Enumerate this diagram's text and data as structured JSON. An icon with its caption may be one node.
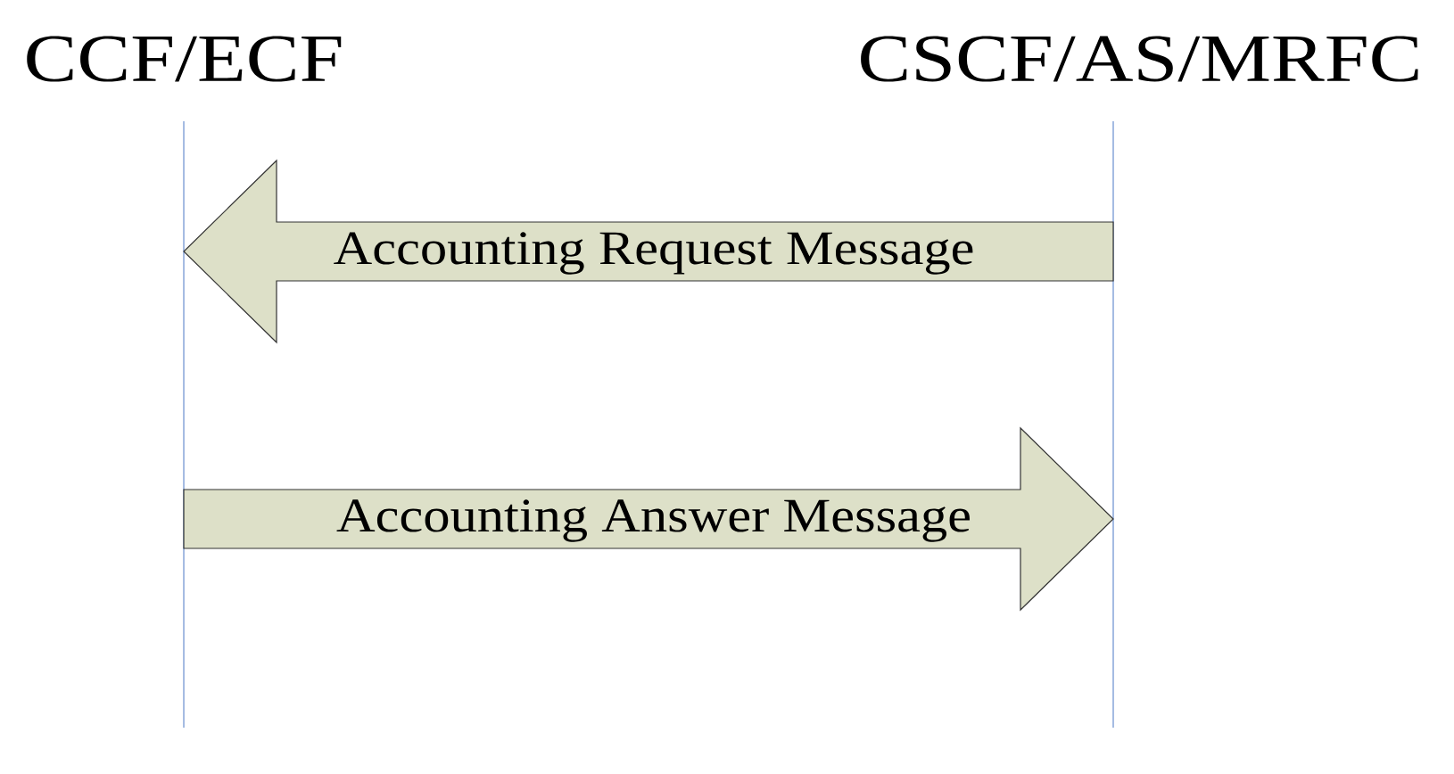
{
  "diagram": {
    "nodes": [
      {
        "text": [
          "CCF/ECF"
        ]
      },
      {
        "text": [
          "CSCF/AS/MRFC"
        ]
      }
    ],
    "edges": [
      {
        "from": 1,
        "to": 0,
        "arrow": "to",
        "label": "Accounting Request Message"
      },
      {
        "from": 0,
        "to": 1,
        "arrow": "to",
        "label": "Accounting Answer Message"
      }
    ]
  }
}
